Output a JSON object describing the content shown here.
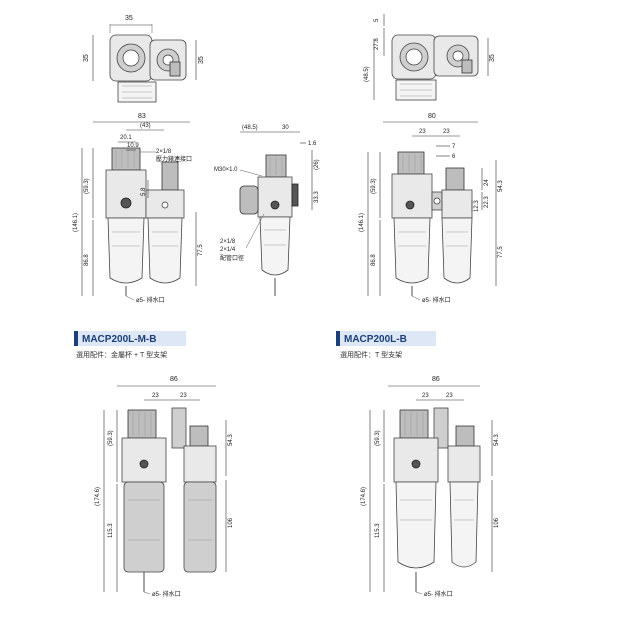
{
  "colors": {
    "accent": "#1b3f7a",
    "tag_bg": "#dde7f5"
  },
  "views": {
    "top_left": {
      "dims": [
        "35",
        "35",
        "35"
      ]
    },
    "top_right": {
      "dims": [
        "5",
        "27.8",
        "35",
        "(48.5)"
      ]
    },
    "front_left": {
      "dims": [
        "83",
        "(43)",
        "20.1",
        "10.9",
        "(59.3)",
        "(146.1)",
        "86.8",
        "5.8",
        "77.5"
      ],
      "notes": [
        "2×1/8",
        "壓力錶連接口"
      ],
      "drain": "ø5- 排水口"
    },
    "side_middle": {
      "dims": [
        "(48.5)",
        "30",
        "1.6",
        "(26)",
        "33.3"
      ],
      "notes": [
        "M30×1.0",
        "2×1/8",
        "2×1/4",
        "配管口徑"
      ]
    },
    "front_right": {
      "dims": [
        "80",
        "23",
        "23",
        "7",
        "6",
        "(59.3)",
        "24",
        "54.3",
        "22.3",
        "12.3",
        "(146.1)",
        "86.8",
        "77.5"
      ],
      "drain": "ø5- 排水口"
    },
    "bottom_left": {
      "title": "MACP200L-M-B",
      "subtitle": "選用配件：金屬杯 + T 型支架",
      "dims": [
        "86",
        "23",
        "23",
        "(59.3)",
        "54.3",
        "(174.6)",
        "115.3",
        "106"
      ],
      "drain": "ø5- 排水口"
    },
    "bottom_right": {
      "title": "MACP200L-B",
      "subtitle": "選用配件：T 型支架",
      "dims": [
        "86",
        "23",
        "23",
        "(59.3)",
        "54.3",
        "(174.6)",
        "115.3",
        "106"
      ],
      "drain": "ø5- 排水口"
    }
  }
}
